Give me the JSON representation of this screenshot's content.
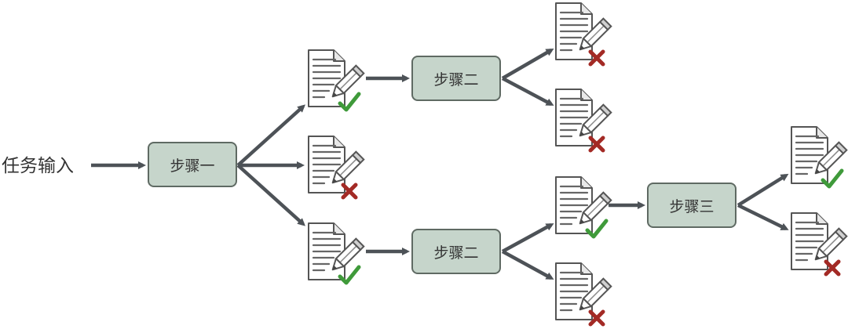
{
  "input": {
    "label": "任务输入"
  },
  "steps": [
    {
      "id": "s1",
      "label": "步骤一"
    },
    {
      "id": "s2a",
      "label": "步骤二"
    },
    {
      "id": "s2b",
      "label": "步骤二"
    },
    {
      "id": "s3",
      "label": "步骤三"
    }
  ],
  "documents": [
    {
      "id": "d1",
      "status": "check",
      "icon": "document-pencil-check-icon"
    },
    {
      "id": "d2",
      "status": "cross",
      "icon": "document-pencil-cross-icon"
    },
    {
      "id": "d3",
      "status": "check",
      "icon": "document-pencil-check-icon"
    },
    {
      "id": "d4",
      "status": "cross",
      "icon": "document-pencil-cross-icon"
    },
    {
      "id": "d5",
      "status": "cross",
      "icon": "document-pencil-cross-icon"
    },
    {
      "id": "d6",
      "status": "check",
      "icon": "document-pencil-check-icon"
    },
    {
      "id": "d7",
      "status": "cross",
      "icon": "document-pencil-cross-icon"
    },
    {
      "id": "d8",
      "status": "check",
      "icon": "document-pencil-check-icon"
    },
    {
      "id": "d9",
      "status": "cross",
      "icon": "document-pencil-cross-icon"
    }
  ],
  "colors": {
    "arrow": "#4d5257",
    "check": "#3f9a3a",
    "cross": "#a32a25",
    "step_fill": "#c6d5cb"
  }
}
